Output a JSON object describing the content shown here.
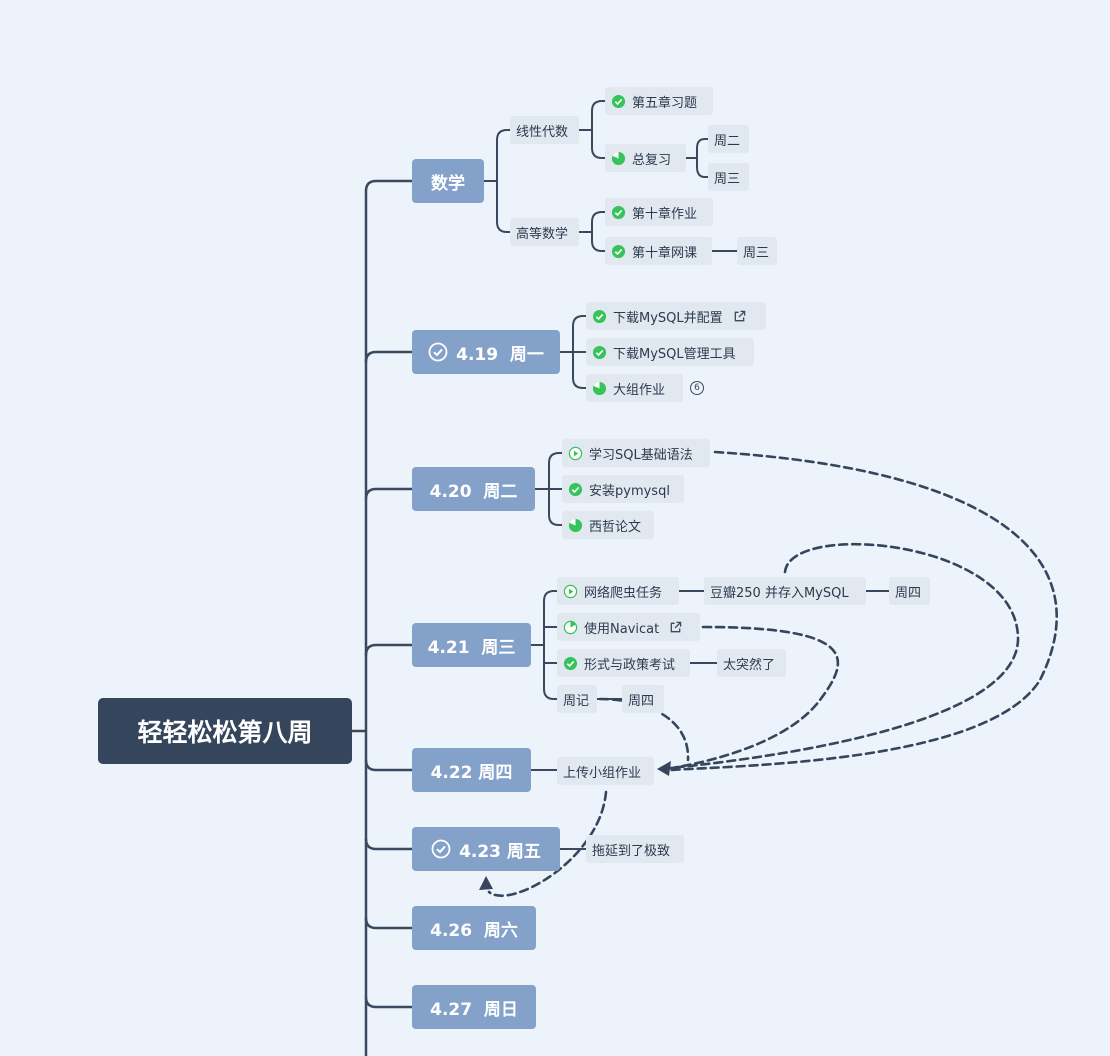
{
  "root": {
    "label": "轻轻松松第八周"
  },
  "branches": {
    "math": {
      "label": "数学",
      "linear": {
        "label": "线性代数",
        "ch5": "第五章习题",
        "review": "总复习",
        "tue": "周二",
        "wed": "周三"
      },
      "calculus": {
        "label": "高等数学",
        "ch10_hw": "第十章作业",
        "ch10_online": "第十章网课",
        "wed": "周三"
      }
    },
    "mon": {
      "label": "4.19  周一",
      "mysql_download": "下载MySQL并配置",
      "mysql_tool": "下载MySQL管理工具",
      "group_hw": "大组作业",
      "group_hw_count": "6"
    },
    "tue": {
      "label": "4.20  周二",
      "sql_basics": "学习SQL基础语法",
      "pymysql": "安装pymysql",
      "philosophy": "西哲论文"
    },
    "wed": {
      "label": "4.21  周三",
      "crawler": "网络爬虫任务",
      "douban": "豆瓣250 并存入MySQL",
      "douban_day": "周四",
      "navicat": "使用Navicat",
      "politics": "形式与政策考试",
      "sudden": "太突然了",
      "weekly": "周记",
      "weekly_day": "周四"
    },
    "thu": {
      "label": "4.22 周四",
      "upload": "上传小组作业"
    },
    "fri": {
      "label": "4.23 周五",
      "procrastinate": "拖延到了极致"
    },
    "sat": {
      "label": "4.26  周六"
    },
    "sun": {
      "label": "4.27  周日"
    }
  },
  "colors": {
    "background": "#edf3fa",
    "root": "#35465c",
    "main_topic": "#84a1c9",
    "subtopic": "#e1e8f0",
    "line": "#3a4a5e",
    "done_green": "#35c35a"
  },
  "icons": {
    "done": "check-circle-icon",
    "progress": "pie-progress-icon",
    "started": "play-circle-icon",
    "link": "external-link-icon"
  }
}
